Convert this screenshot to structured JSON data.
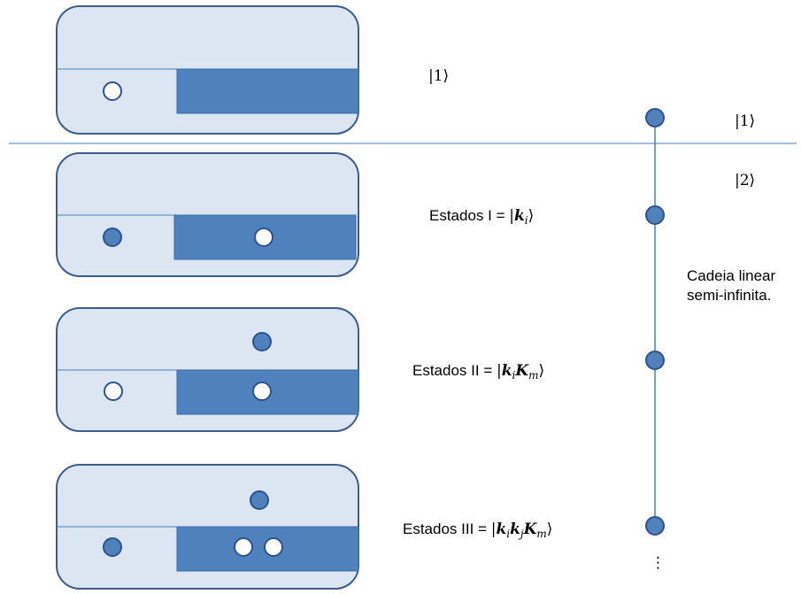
{
  "labels": {
    "top_ket": "|1⟩",
    "chain_ket1": "|1⟩",
    "chain_ket2": "|2⟩",
    "chain_caption_line1": "Cadeia linear",
    "chain_caption_line2": "semi-infinita.",
    "ellipsis": "⋮"
  },
  "states": {
    "s1": {
      "prefix": "Estados I = ",
      "open": "|",
      "k": "k",
      "ksub": "i",
      "close": "⟩"
    },
    "s2": {
      "prefix": "Estados II = ",
      "open": "|",
      "k": "k",
      "ksub": "i",
      "K": "K",
      "Ksub": "m",
      "close": "⟩"
    },
    "s3": {
      "prefix": "Estados III = ",
      "open": "|",
      "k": "k",
      "ksub": "i",
      "k2": "k",
      "k2sub": "j",
      "K": "K",
      "Ksub": "m",
      "close": "⟩"
    }
  },
  "colors": {
    "panel_fill": "#dce6f2",
    "panel_stroke": "#3f5d8a",
    "bar_fill": "#4f81bd",
    "dot_fill": "#4f81bd",
    "dot_stroke": "#2f528f",
    "line": "#4a7ebb"
  }
}
